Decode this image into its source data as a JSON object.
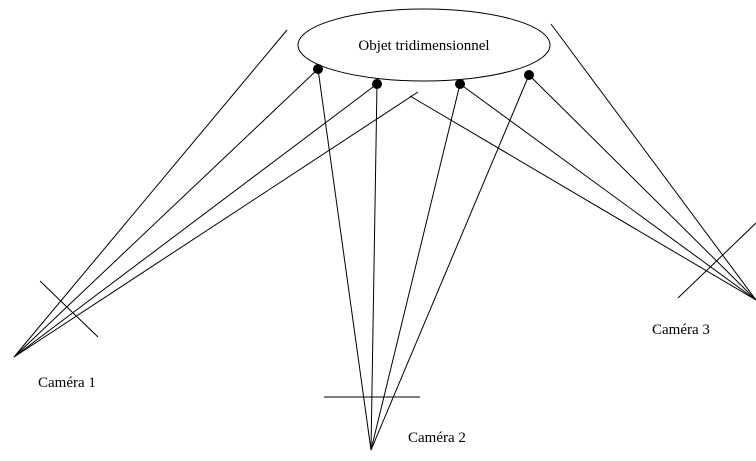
{
  "object": {
    "label": "Objet tridimensionnel"
  },
  "cameras": [
    {
      "id": "camera-1",
      "label": "Caméra 1"
    },
    {
      "id": "camera-2",
      "label": "Caméra 2"
    },
    {
      "id": "camera-3",
      "label": "Caméra 3"
    }
  ],
  "colors": {
    "stroke": "#000000",
    "background": "#ffffff"
  }
}
